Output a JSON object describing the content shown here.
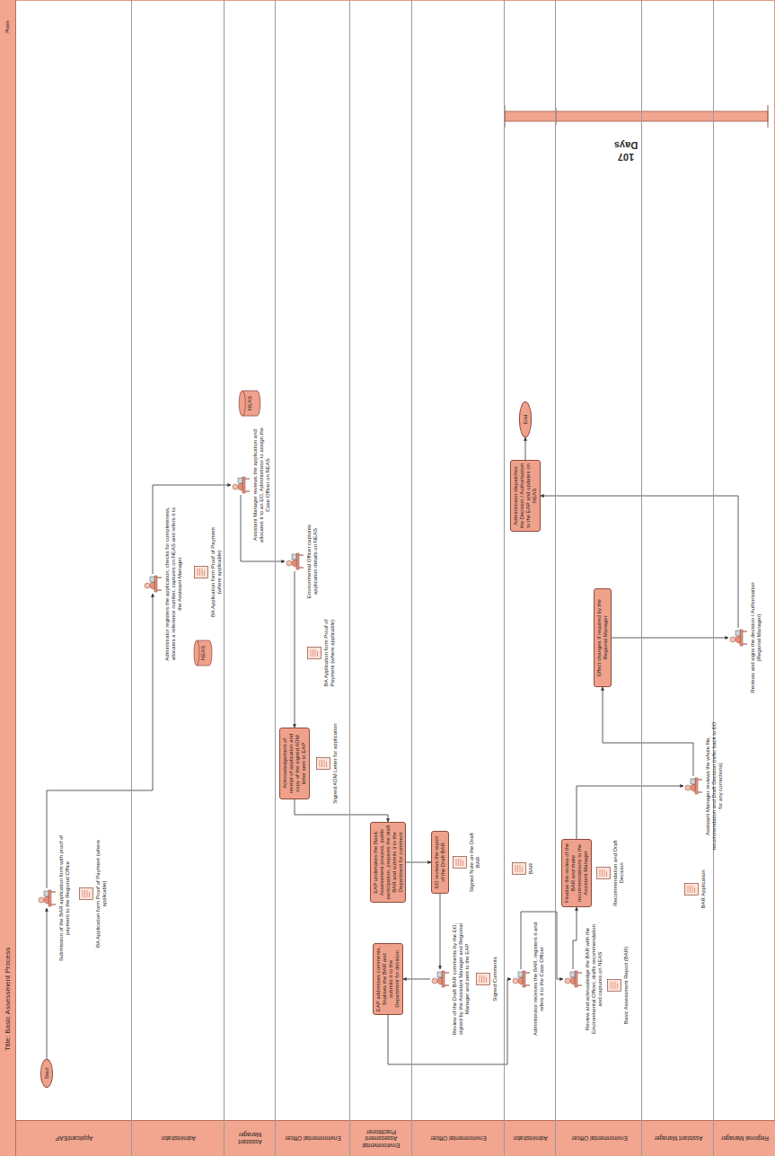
{
  "diagram": {
    "title": "Title: Basic Assessment Process",
    "nodes": [
      {
        "text": [
          "Applicant/EAP"
        ]
      },
      {
        "text": [
          "Administrator"
        ]
      },
      {
        "text": [
          "Assistant Manager"
        ]
      },
      {
        "text": [
          "Environmental Officer"
        ]
      },
      {
        "text": [
          "Environmental Assessment Practitioner"
        ]
      },
      {
        "text": [
          "Environmental Officer"
        ]
      },
      {
        "text": [
          "Administrator"
        ]
      },
      {
        "text": [
          "Environmental Officer"
        ]
      },
      {
        "text": [
          "Assistant Manager"
        ]
      },
      {
        "text": [
          "Regional Manager"
        ]
      },
      {
        "text": [
          "Start"
        ],
        "in": 0
      },
      {
        "text": [
          "Submission of the BAR application form with proof of payment to the Regional Office"
        ],
        "in": 0
      },
      {
        "text": [
          "BA Application form Proof of Payment (where applicable)"
        ],
        "in": 0
      },
      {
        "text": [
          "Administrator registers the application, checks for completeness, allocates a reference number, captures on NEAS and refers it to the Assistant Manager"
        ],
        "in": 1
      },
      {
        "text": [
          "NEAS"
        ],
        "in": 1
      },
      {
        "text": [
          "BA Application form Proof of Payment (where applicable)"
        ],
        "in": 1
      },
      {
        "text": [
          "Assistant Manager reviews the application and allocates it to an EO, Administrator to assign the Case Officer on NEAS"
        ],
        "in": 2
      },
      {
        "text": [
          "NEAS"
        ],
        "in": 2
      },
      {
        "text": [
          "Environmental Officer captures application details on NEAS"
        ],
        "in": 3
      },
      {
        "text": [
          "BA Application form Proof of Payment (where applicable)"
        ],
        "in": 3
      },
      {
        "text": [
          "Acknowledgement of receipt of application and copy of the signed ADM letter sent to EAP"
        ],
        "in": 3
      },
      {
        "text": [
          "Signed ADM Letter for application"
        ],
        "in": 3
      },
      {
        "text": [
          "EAP undertakes the Basic Assessment process, public participation, prepares the draft BAR and submits it to the Department for comment"
        ],
        "in": 4
      },
      {
        "text": [
          "EO reviews the report of the Draft BAR"
        ],
        "in": 5
      },
      {
        "text": [
          "Signed Note on the Draft BAR"
        ],
        "in": 5
      },
      {
        "text": [
          "Review of the Draft BAR comments by the EO, signed by the Assistant Manager and Regional Manager and sent to the EAP"
        ],
        "in": 5
      },
      {
        "text": [
          "Signed Comments"
        ],
        "in": 5
      },
      {
        "text": [
          "EAP addresses comments, finalises the BAR and submits it to the Department for decision"
        ],
        "in": 4
      },
      {
        "text": [
          "Administrator receives the BAR, registers it and refers it to the Case Officer"
        ],
        "in": 6
      },
      {
        "text": [
          "BAR"
        ],
        "in": 6
      },
      {
        "text": [
          "Review and acknowledge the BAR with the Environmental Officer, drafts recommendation and captures on NEAS"
        ],
        "in": 7
      },
      {
        "text": [
          "Basic Assessment Report (BAR)"
        ],
        "in": 7
      },
      {
        "text": [
          "Finalise the review of the BAR and make recommendations to the Assistant Manager"
        ],
        "in": 7
      },
      {
        "text": [
          "Recommendation and Draft Decision"
        ],
        "in": 7
      },
      {
        "text": [
          "Assistant Manager reviews the whole file, recommendation and Draft Decision (refer back to EO for any corrections)"
        ],
        "in": 8
      },
      {
        "text": [
          "BAR Application"
        ],
        "in": 8
      },
      {
        "text": [
          "Effect changes if required by the Regional Manager"
        ],
        "in": 7
      },
      {
        "text": [
          "Reviews and signs the decision / Authorisation (Regional Manager)"
        ],
        "in": 9
      },
      {
        "text": [
          "Administrator dispatches the Decision / Authorisation to the EAP and updates on NEAS"
        ],
        "in": 6
      },
      {
        "text": [
          "End"
        ],
        "in": 6
      }
    ],
    "edges": [
      {
        "from": 10,
        "to": 11,
        "arrow": "to"
      },
      {
        "from": 11,
        "to": 13,
        "arrow": "to"
      },
      {
        "from": 13,
        "to": 16,
        "arrow": "to"
      },
      {
        "from": 16,
        "to": 18,
        "arrow": "to"
      },
      {
        "from": 18,
        "to": 20,
        "arrow": "to"
      },
      {
        "from": 20,
        "to": 22,
        "arrow": "to"
      },
      {
        "from": 22,
        "to": 23,
        "arrow": "to"
      },
      {
        "from": 23,
        "to": 25,
        "arrow": "to"
      },
      {
        "from": 25,
        "to": 27,
        "arrow": "to"
      },
      {
        "from": 27,
        "to": 28,
        "arrow": "to"
      },
      {
        "from": 28,
        "to": 30,
        "arrow": "to"
      },
      {
        "from": 30,
        "to": 32,
        "arrow": "to"
      },
      {
        "from": 32,
        "to": 34,
        "arrow": "to"
      },
      {
        "from": 34,
        "to": 36,
        "arrow": "to"
      },
      {
        "from": 36,
        "to": 37,
        "arrow": "to"
      },
      {
        "from": 37,
        "to": 38,
        "arrow": "to"
      },
      {
        "from": 38,
        "to": 39,
        "arrow": "to"
      }
    ],
    "labels": [
      "Phase",
      "107 Days"
    ]
  }
}
